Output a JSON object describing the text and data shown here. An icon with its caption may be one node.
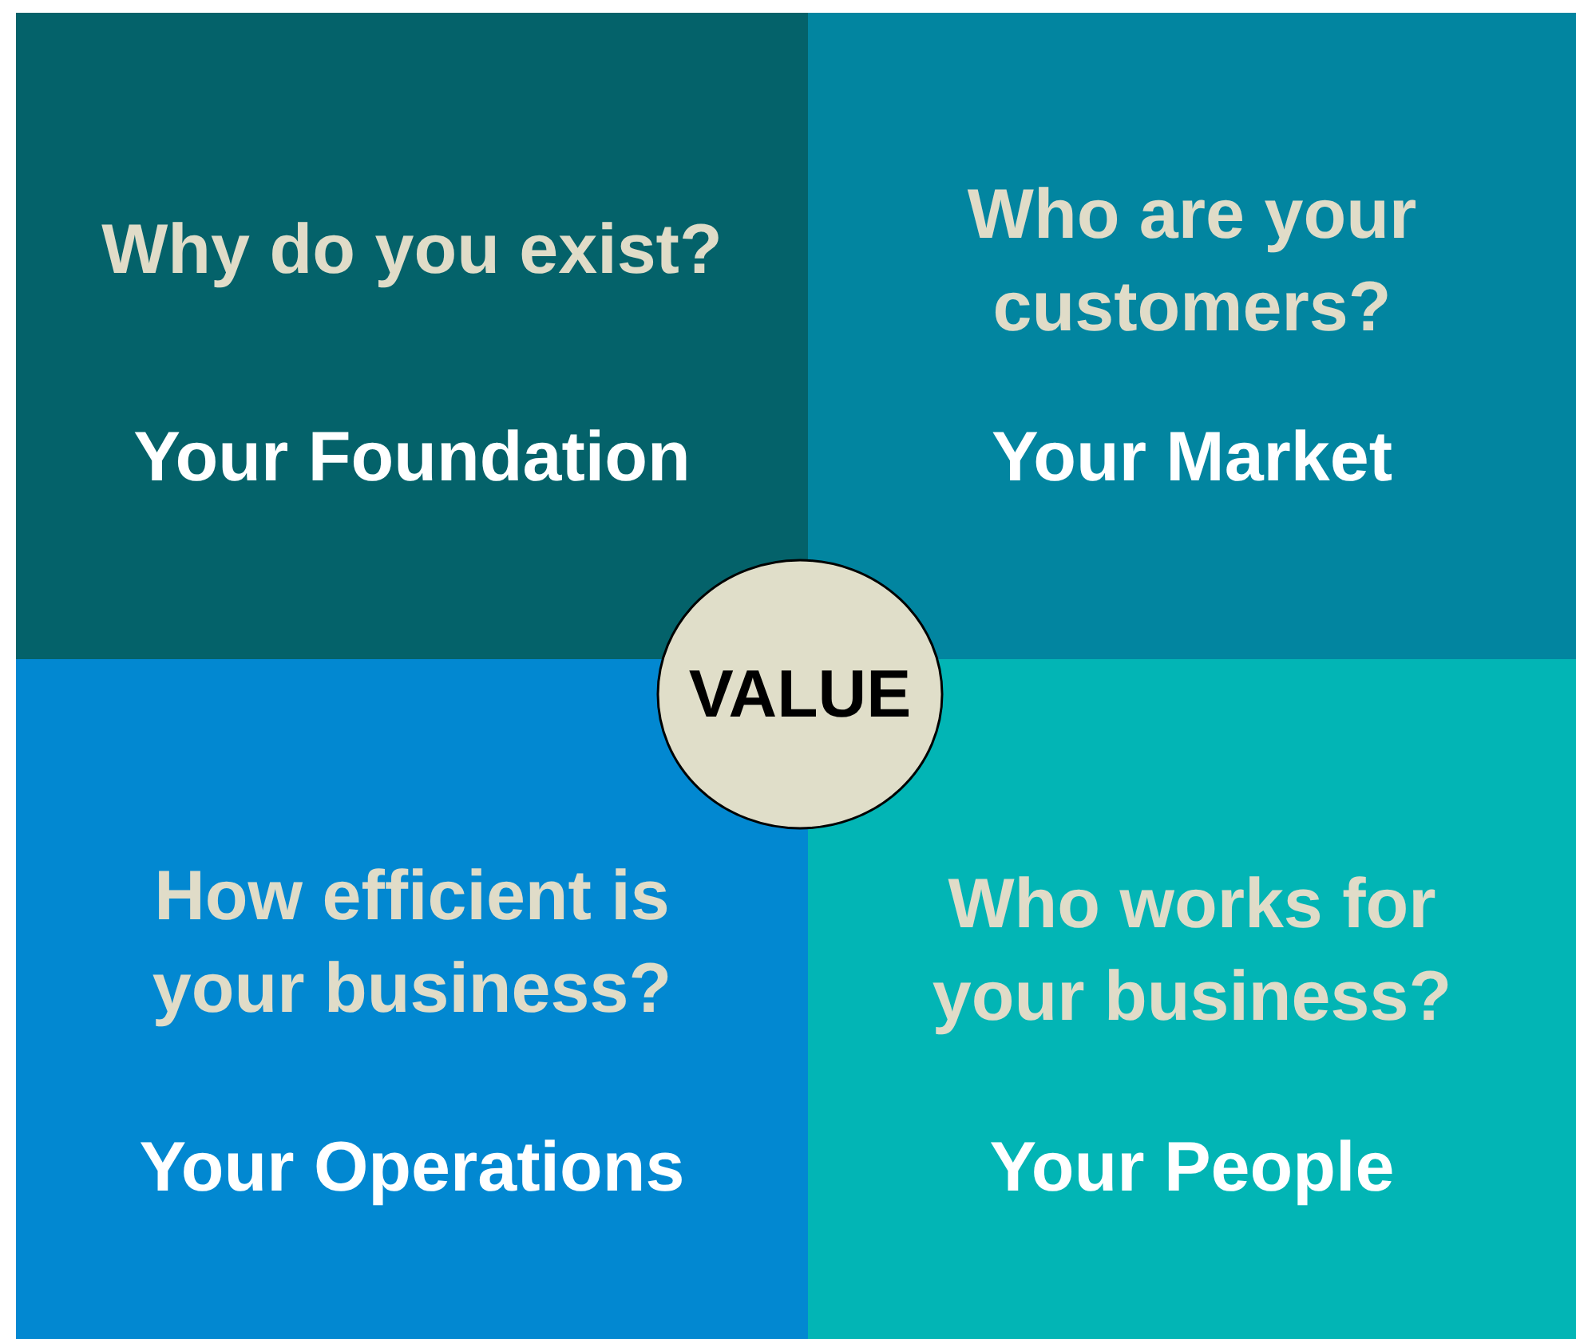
{
  "diagram": {
    "nodes": [
      {
        "text": [
          "Why do you exist?",
          "Your Foundation"
        ]
      },
      {
        "text": [
          "Who are your customers?",
          "Your Market"
        ]
      },
      {
        "text": [
          "How efficient is your business?",
          "Your Operations"
        ]
      },
      {
        "text": [
          "Who works for your business?",
          "Your People"
        ]
      },
      {
        "text": [
          "VALUE"
        ]
      }
    ]
  }
}
